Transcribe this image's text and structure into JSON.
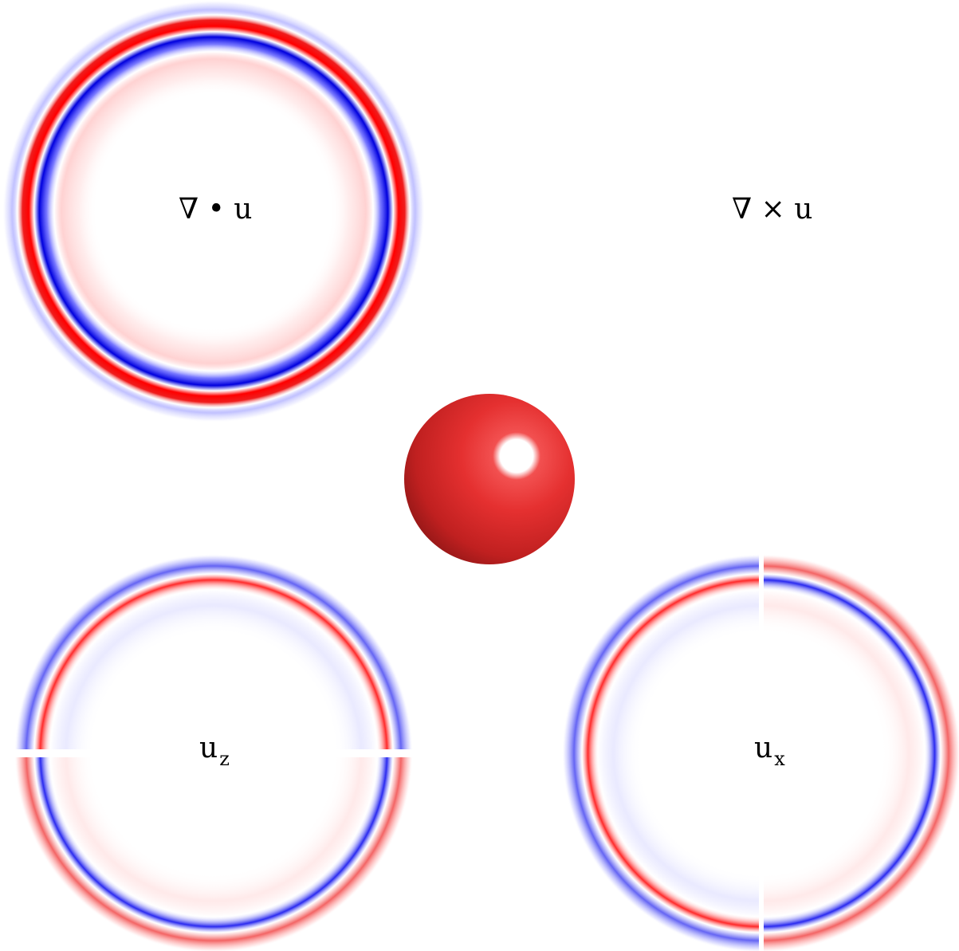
{
  "panels": {
    "divergence": {
      "label": "∇ • u"
    },
    "curl": {
      "label": "∇ × u"
    },
    "uz": {
      "label_main": "u",
      "label_sub": "z"
    },
    "ux": {
      "label_main": "u",
      "label_sub": "x"
    }
  },
  "colors": {
    "positive": "#ee1111",
    "negative": "#1010dd",
    "sphere": "#e03030",
    "background": "#ffffff"
  }
}
